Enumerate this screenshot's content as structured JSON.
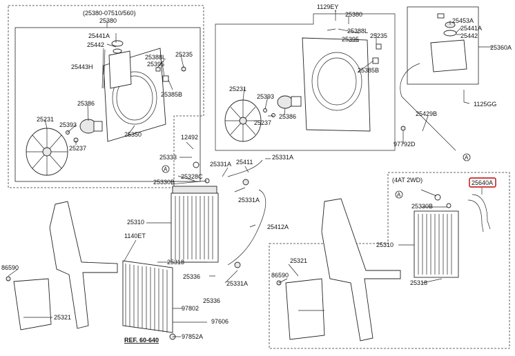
{
  "labels": {
    "kit_range": "(25380-07510/560)",
    "fan_assy_a": "25380",
    "fan_assy_b": "25380",
    "reservoir_cap": "25441A",
    "reservoir_cap2": "25441A",
    "reservoir": "25442",
    "reservoir2": "25442",
    "hose_bracket": "25443H",
    "fan_clip_a": "25388L",
    "fan_clip_b": "25388L",
    "bolt_a": "25235",
    "bolt_b": "25235",
    "connector_a": "25395",
    "connector_b": "25395",
    "motor_bracket_a": "25385B",
    "motor_bracket_b": "25385B",
    "motor_a": "25386",
    "motor_b": "25386",
    "fan_a": "25231",
    "fan_b": "25231",
    "washer_a": "25393",
    "washer_b": "25393",
    "nut_a": "25237",
    "nut_b": "25237",
    "shroud": "25350",
    "screw_top": "1129EY",
    "cap_top": "25453A",
    "bracket_res": "25360A",
    "bolt_res": "1125GG",
    "overflow_hose": "25429B",
    "clip_res": "97792D",
    "circle_a": "A",
    "bracket_12492": "12492",
    "plug_25333": "25333",
    "clamp_25331a_1": "25331A",
    "clamp_25331a_2": "25331A",
    "clamp_25331a_3": "25331A",
    "clamp_25331a_4": "25331A",
    "hose_upper": "25411",
    "drain_cock": "25328C",
    "radiator_cap_l": "25330B",
    "radiator_cap_r": "25330B",
    "radiator_l": "25310",
    "radiator_r": "25310",
    "hose_lower": "25412A",
    "bracket_1140et": "1140ET",
    "insulator_l": "25318",
    "insulator_r": "25318",
    "mount_25336_1": "25336",
    "mount_25336_2": "25336",
    "bolt_86590_l": "86590",
    "bolt_86590_r": "86590",
    "guard_l": "25321",
    "guard_r": "25321",
    "condenser_97802": "97802",
    "condenser_97606": "97606",
    "bolt_97852a": "97852A",
    "ref": "REF. 60-640",
    "variant": "(4AT 2WD)",
    "oil_cooler_hose": "25640A"
  }
}
